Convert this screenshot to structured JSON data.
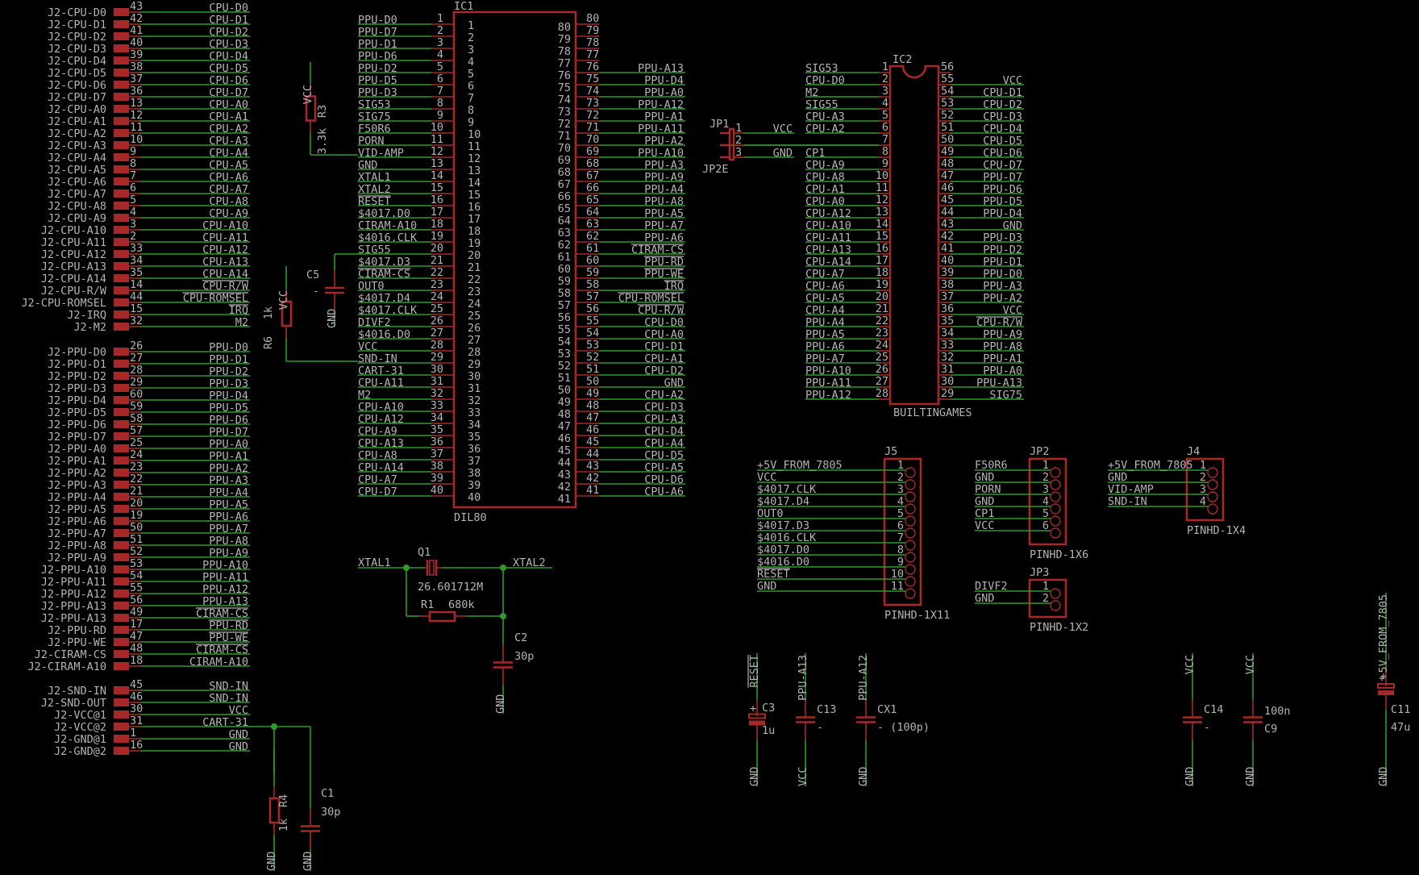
{
  "title": "Famiclone cartridge adapter schematic",
  "connector_j2": {
    "groups": [
      {
        "rows": [
          {
            "label": "J2-CPU-D0",
            "pin": "43",
            "net": "CPU-D0"
          },
          {
            "label": "J2-CPU-D1",
            "pin": "42",
            "net": "CPU-D1"
          },
          {
            "label": "J2-CPU-D2",
            "pin": "41",
            "net": "CPU-D2"
          },
          {
            "label": "J2-CPU-D3",
            "pin": "40",
            "net": "CPU-D3"
          },
          {
            "label": "J2-CPU-D4",
            "pin": "39",
            "net": "CPU-D4"
          },
          {
            "label": "J2-CPU-D5",
            "pin": "38",
            "net": "CPU-D5"
          },
          {
            "label": "J2-CPU-D6",
            "pin": "37",
            "net": "CPU-D6"
          },
          {
            "label": "J2-CPU-D7",
            "pin": "36",
            "net": "CPU-D7"
          },
          {
            "label": "J2-CPU-A0",
            "pin": "13",
            "net": "CPU-A0"
          },
          {
            "label": "J2-CPU-A1",
            "pin": "12",
            "net": "CPU-A1"
          },
          {
            "label": "J2-CPU-A2",
            "pin": "11",
            "net": "CPU-A2"
          },
          {
            "label": "J2-CPU-A3",
            "pin": "10",
            "net": "CPU-A3"
          },
          {
            "label": "J2-CPU-A4",
            "pin": "9",
            "net": "CPU-A4"
          },
          {
            "label": "J2-CPU-A5",
            "pin": "8",
            "net": "CPU-A5"
          },
          {
            "label": "J2-CPU-A6",
            "pin": "7",
            "net": "CPU-A6"
          },
          {
            "label": "J2-CPU-A7",
            "pin": "6",
            "net": "CPU-A7"
          },
          {
            "label": "J2-CPU-A8",
            "pin": "5",
            "net": "CPU-A8"
          },
          {
            "label": "J2-CPU-A9",
            "pin": "4",
            "net": "CPU-A9"
          },
          {
            "label": "J2-CPU-A10",
            "pin": "3",
            "net": "CPU-A10"
          },
          {
            "label": "J2-CPU-A11",
            "pin": "2",
            "net": "CPU-A11"
          },
          {
            "label": "J2-CPU-A12",
            "pin": "33",
            "net": "CPU-A12"
          },
          {
            "label": "J2-CPU-A13",
            "pin": "34",
            "net": "CPU-A13"
          },
          {
            "label": "J2-CPU-A14",
            "pin": "35",
            "net": "CPU-A14"
          },
          {
            "label": "J2-CPU-R/W",
            "pin": "14",
            "net": "CPU-R/W"
          },
          {
            "label": "J2-CPU-ROMSEL",
            "pin": "44",
            "net": "CPU-ROMSEL"
          },
          {
            "label": "J2-IRQ",
            "pin": "15",
            "net": "IRQ"
          },
          {
            "label": "J2-M2",
            "pin": "32",
            "net": "M2"
          }
        ]
      },
      {
        "rows": [
          {
            "label": "J2-PPU-D0",
            "pin": "26",
            "net": "PPU-D0"
          },
          {
            "label": "J2-PPU-D1",
            "pin": "27",
            "net": "PPU-D1"
          },
          {
            "label": "J2-PPU-D2",
            "pin": "28",
            "net": "PPU-D2"
          },
          {
            "label": "J2-PPU-D3",
            "pin": "29",
            "net": "PPU-D3"
          },
          {
            "label": "J2-PPU-D4",
            "pin": "60",
            "net": "PPU-D4"
          },
          {
            "label": "J2-PPU-D5",
            "pin": "59",
            "net": "PPU-D5"
          },
          {
            "label": "J2-PPU-D6",
            "pin": "58",
            "net": "PPU-D6"
          },
          {
            "label": "J2-PPU-D7",
            "pin": "57",
            "net": "PPU-D7"
          },
          {
            "label": "J2-PPU-A0",
            "pin": "25",
            "net": "PPU-A0"
          },
          {
            "label": "J2-PPU-A1",
            "pin": "24",
            "net": "PPU-A1"
          },
          {
            "label": "J2-PPU-A2",
            "pin": "23",
            "net": "PPU-A2"
          },
          {
            "label": "J2-PPU-A3",
            "pin": "22",
            "net": "PPU-A3"
          },
          {
            "label": "J2-PPU-A4",
            "pin": "21",
            "net": "PPU-A4"
          },
          {
            "label": "J2-PPU-A5",
            "pin": "20",
            "net": "PPU-A5"
          },
          {
            "label": "J2-PPU-A6",
            "pin": "19",
            "net": "PPU-A6"
          },
          {
            "label": "J2-PPU-A7",
            "pin": "50",
            "net": "PPU-A7"
          },
          {
            "label": "J2-PPU-A8",
            "pin": "51",
            "net": "PPU-A8"
          },
          {
            "label": "J2-PPU-A9",
            "pin": "52",
            "net": "PPU-A9"
          },
          {
            "label": "J2-PPU-A10",
            "pin": "53",
            "net": "PPU-A10"
          },
          {
            "label": "J2-PPU-A11",
            "pin": "54",
            "net": "PPU-A11"
          },
          {
            "label": "J2-PPU-A12",
            "pin": "55",
            "net": "PPU-A12"
          },
          {
            "label": "J2-PPU-A13",
            "pin": "56",
            "net": "PPU-A13"
          },
          {
            "label": "J2-PPU-A13",
            "pin": "49",
            "net": "CIRAM-CS"
          },
          {
            "label": "J2-PPU-RD",
            "pin": "17",
            "net": "PPU-RD"
          },
          {
            "label": "J2-PPU-WE",
            "pin": "47",
            "net": "PPU-WE"
          },
          {
            "label": "J2-CIRAM-CS",
            "pin": "48",
            "net": "CIRAM-CS"
          },
          {
            "label": "J2-CIRAM-A10",
            "pin": "18",
            "net": "CIRAM-A10"
          }
        ]
      },
      {
        "rows": [
          {
            "label": "J2-SND-IN",
            "pin": "45",
            "net": "SND-IN"
          },
          {
            "label": "J2-SND-OUT",
            "pin": "46",
            "net": "SND-IN"
          },
          {
            "label": "J2-VCC@1",
            "pin": "30",
            "net": "VCC"
          },
          {
            "label": "J2-VCC@2",
            "pin": "31",
            "net": "CART-31"
          },
          {
            "label": "J2-GND@1",
            "pin": "1",
            "net": "GND"
          },
          {
            "label": "J2-GND@2",
            "pin": "16",
            "net": "GND"
          }
        ]
      }
    ]
  },
  "ic1": {
    "name": "IC1",
    "package": "DIL80",
    "left_pins": [
      {
        "pin": "1",
        "net": "PPU-D0"
      },
      {
        "pin": "2",
        "net": "PPU-D7"
      },
      {
        "pin": "3",
        "net": "PPU-D1"
      },
      {
        "pin": "4",
        "net": "PPU-D6"
      },
      {
        "pin": "5",
        "net": "PPU-D2"
      },
      {
        "pin": "6",
        "net": "PPU-D5"
      },
      {
        "pin": "7",
        "net": "PPU-D3"
      },
      {
        "pin": "8",
        "net": "SIG53"
      },
      {
        "pin": "9",
        "net": "SIG75"
      },
      {
        "pin": "10",
        "net": "F50R6"
      },
      {
        "pin": "11",
        "net": "PORN"
      },
      {
        "pin": "12",
        "net": "VID-AMP"
      },
      {
        "pin": "13",
        "net": "GND"
      },
      {
        "pin": "14",
        "net": "XTAL1"
      },
      {
        "pin": "15",
        "net": "XTAL2"
      },
      {
        "pin": "16",
        "net": "RESET"
      },
      {
        "pin": "17",
        "net": "$4017.D0"
      },
      {
        "pin": "18",
        "net": "CIRAM-A10"
      },
      {
        "pin": "19",
        "net": "$4016.CLK"
      },
      {
        "pin": "20",
        "net": "SIG55"
      },
      {
        "pin": "21",
        "net": "$4017.D3"
      },
      {
        "pin": "22",
        "net": "CIRAM-CS"
      },
      {
        "pin": "23",
        "net": "OUT0"
      },
      {
        "pin": "24",
        "net": "$4017.D4"
      },
      {
        "pin": "25",
        "net": "$4017.CLK"
      },
      {
        "pin": "26",
        "net": "DIVF2"
      },
      {
        "pin": "27",
        "net": "$4016.D0"
      },
      {
        "pin": "28",
        "net": "VCC"
      },
      {
        "pin": "29",
        "net": "SND-IN"
      },
      {
        "pin": "30",
        "net": "CART-31"
      },
      {
        "pin": "31",
        "net": "CPU-A11"
      },
      {
        "pin": "32",
        "net": "M2"
      },
      {
        "pin": "33",
        "net": "CPU-A10"
      },
      {
        "pin": "34",
        "net": "CPU-A12"
      },
      {
        "pin": "35",
        "net": "CPU-A9"
      },
      {
        "pin": "36",
        "net": "CPU-A13"
      },
      {
        "pin": "37",
        "net": "CPU-A8"
      },
      {
        "pin": "38",
        "net": "CPU-A14"
      },
      {
        "pin": "39",
        "net": "CPU-A7"
      },
      {
        "pin": "40",
        "net": "CPU-D7"
      }
    ],
    "right_pins": [
      {
        "pin": "80",
        "net": ""
      },
      {
        "pin": "79",
        "net": ""
      },
      {
        "pin": "78",
        "net": ""
      },
      {
        "pin": "77",
        "net": ""
      },
      {
        "pin": "76",
        "net": "PPU-A13"
      },
      {
        "pin": "75",
        "net": "PPU-D4"
      },
      {
        "pin": "74",
        "net": "PPU-A0"
      },
      {
        "pin": "73",
        "net": "PPU-A12"
      },
      {
        "pin": "72",
        "net": "PPU-A1"
      },
      {
        "pin": "71",
        "net": "PPU-A11"
      },
      {
        "pin": "70",
        "net": "PPU-A2"
      },
      {
        "pin": "69",
        "net": "PPU-A10"
      },
      {
        "pin": "68",
        "net": "PPU-A3"
      },
      {
        "pin": "67",
        "net": "PPU-A9"
      },
      {
        "pin": "66",
        "net": "PPU-A4"
      },
      {
        "pin": "65",
        "net": "PPU-A8"
      },
      {
        "pin": "64",
        "net": "PPU-A5"
      },
      {
        "pin": "63",
        "net": "PPU-A7"
      },
      {
        "pin": "62",
        "net": "PPU-A6"
      },
      {
        "pin": "61",
        "net": "CIRAM-CS"
      },
      {
        "pin": "60",
        "net": "PPU-RD"
      },
      {
        "pin": "59",
        "net": "PPU-WE"
      },
      {
        "pin": "58",
        "net": "IRQ"
      },
      {
        "pin": "57",
        "net": "CPU-ROMSEL"
      },
      {
        "pin": "56",
        "net": "CPU-R/W"
      },
      {
        "pin": "55",
        "net": "CPU-D0"
      },
      {
        "pin": "54",
        "net": "CPU-A0"
      },
      {
        "pin": "53",
        "net": "CPU-D1"
      },
      {
        "pin": "52",
        "net": "CPU-A1"
      },
      {
        "pin": "51",
        "net": "CPU-D2"
      },
      {
        "pin": "50",
        "net": "GND"
      },
      {
        "pin": "49",
        "net": "CPU-A2"
      },
      {
        "pin": "48",
        "net": "CPU-D3"
      },
      {
        "pin": "47",
        "net": "CPU-A3"
      },
      {
        "pin": "46",
        "net": "CPU-D4"
      },
      {
        "pin": "45",
        "net": "CPU-A4"
      },
      {
        "pin": "44",
        "net": "CPU-D5"
      },
      {
        "pin": "43",
        "net": "CPU-A5"
      },
      {
        "pin": "42",
        "net": "CPU-D6"
      },
      {
        "pin": "41",
        "net": "CPU-A6"
      }
    ]
  },
  "ic2": {
    "name": "IC2",
    "package": "BUILTINGAMES",
    "left_pins": [
      {
        "pin": "1",
        "net": "SIG53"
      },
      {
        "pin": "2",
        "net": "CPU-D0"
      },
      {
        "pin": "3",
        "net": "M2"
      },
      {
        "pin": "4",
        "net": "SIG55"
      },
      {
        "pin": "5",
        "net": "CPU-A3"
      },
      {
        "pin": "6",
        "net": "CPU-A2"
      },
      {
        "pin": "7",
        "net": ""
      },
      {
        "pin": "8",
        "net": "CP1"
      },
      {
        "pin": "9",
        "net": "CPU-A9"
      },
      {
        "pin": "10",
        "net": "CPU-A8"
      },
      {
        "pin": "11",
        "net": "CPU-A1"
      },
      {
        "pin": "12",
        "net": "CPU-A0"
      },
      {
        "pin": "13",
        "net": "CPU-A12"
      },
      {
        "pin": "14",
        "net": "CPU-A10"
      },
      {
        "pin": "15",
        "net": "CPU-A11"
      },
      {
        "pin": "16",
        "net": "CPU-A13"
      },
      {
        "pin": "17",
        "net": "CPU-A14"
      },
      {
        "pin": "18",
        "net": "CPU-A7"
      },
      {
        "pin": "19",
        "net": "CPU-A6"
      },
      {
        "pin": "20",
        "net": "CPU-A5"
      },
      {
        "pin": "21",
        "net": "CPU-A4"
      },
      {
        "pin": "22",
        "net": "PPU-A4"
      },
      {
        "pin": "23",
        "net": "PPU-A5"
      },
      {
        "pin": "24",
        "net": "PPU-A6"
      },
      {
        "pin": "25",
        "net": "PPU-A7"
      },
      {
        "pin": "26",
        "net": "PPU-A10"
      },
      {
        "pin": "27",
        "net": "PPU-A11"
      },
      {
        "pin": "28",
        "net": "PPU-A12"
      }
    ],
    "right_pins": [
      {
        "pin": "56",
        "net": ""
      },
      {
        "pin": "55",
        "net": "VCC"
      },
      {
        "pin": "54",
        "net": "CPU-D1"
      },
      {
        "pin": "53",
        "net": "CPU-D2"
      },
      {
        "pin": "52",
        "net": "CPU-D3"
      },
      {
        "pin": "51",
        "net": "CPU-D4"
      },
      {
        "pin": "50",
        "net": "CPU-D5"
      },
      {
        "pin": "49",
        "net": "CPU-D6"
      },
      {
        "pin": "48",
        "net": "CPU-D7"
      },
      {
        "pin": "47",
        "net": "PPU-D7"
      },
      {
        "pin": "46",
        "net": "PPU-D6"
      },
      {
        "pin": "45",
        "net": "PPU-D5"
      },
      {
        "pin": "44",
        "net": "PPU-D4"
      },
      {
        "pin": "43",
        "net": "GND"
      },
      {
        "pin": "42",
        "net": "PPU-D3"
      },
      {
        "pin": "41",
        "net": "PPU-D2"
      },
      {
        "pin": "40",
        "net": "PPU-D1"
      },
      {
        "pin": "39",
        "net": "PPU-D0"
      },
      {
        "pin": "38",
        "net": "PPU-A3"
      },
      {
        "pin": "37",
        "net": "PPU-A2"
      },
      {
        "pin": "36",
        "net": "VCC"
      },
      {
        "pin": "35",
        "net": "CPU-R/W"
      },
      {
        "pin": "34",
        "net": "PPU-A9"
      },
      {
        "pin": "33",
        "net": "PPU-A8"
      },
      {
        "pin": "32",
        "net": "PPU-A1"
      },
      {
        "pin": "31",
        "net": "PPU-A0"
      },
      {
        "pin": "30",
        "net": "PPU-A13"
      },
      {
        "pin": "29",
        "net": "SIG75"
      }
    ]
  },
  "jumper_jp1": {
    "name": "JP1",
    "value": "JP2E",
    "pins": [
      {
        "pin": "1",
        "net": "VCC"
      },
      {
        "pin": "2",
        "net": ""
      },
      {
        "pin": "3",
        "net": "GND"
      }
    ]
  },
  "headers": [
    {
      "name": "J5",
      "package": "PINHD-1X11",
      "pins": [
        {
          "pin": "1",
          "net": "+5V_FROM_7805"
        },
        {
          "pin": "2",
          "net": "VCC"
        },
        {
          "pin": "3",
          "net": "$4017.CLK"
        },
        {
          "pin": "4",
          "net": "$4017.D4"
        },
        {
          "pin": "5",
          "net": "OUT0"
        },
        {
          "pin": "6",
          "net": "$4017.D3"
        },
        {
          "pin": "7",
          "net": "$4016.CLK"
        },
        {
          "pin": "8",
          "net": "$4017.D0"
        },
        {
          "pin": "9",
          "net": "$4016.D0"
        },
        {
          "pin": "10",
          "net": "RESET"
        },
        {
          "pin": "11",
          "net": "GND"
        }
      ]
    },
    {
      "name": "JP2",
      "package": "PINHD-1X6",
      "pins": [
        {
          "pin": "1",
          "net": "F50R6"
        },
        {
          "pin": "2",
          "net": "GND"
        },
        {
          "pin": "3",
          "net": "PORN"
        },
        {
          "pin": "4",
          "net": "GND"
        },
        {
          "pin": "5",
          "net": "CP1"
        },
        {
          "pin": "6",
          "net": "VCC"
        }
      ]
    },
    {
      "name": "JP3",
      "package": "PINHD-1X2",
      "pins": [
        {
          "pin": "1",
          "net": "DIVF2"
        },
        {
          "pin": "2",
          "net": "GND"
        }
      ]
    },
    {
      "name": "J4",
      "package": "PINHD-1X4",
      "pins": [
        {
          "pin": "1",
          "net": "+5V_FROM_7805"
        },
        {
          "pin": "2",
          "net": "GND"
        },
        {
          "pin": "3",
          "net": "VID-AMP"
        },
        {
          "pin": "4",
          "net": "SND-IN"
        }
      ]
    }
  ],
  "crystal": {
    "name": "Q1",
    "value": "26.601712M",
    "net_left": "XTAL1",
    "net_right": "XTAL2"
  },
  "resistors": [
    {
      "name": "R3",
      "value": "3.3k",
      "top_net": "VCC"
    },
    {
      "name": "R6",
      "value": "1k",
      "top_net": "VCC"
    },
    {
      "name": "R1",
      "value": "680k"
    },
    {
      "name": "R4",
      "value": "1k",
      "bottom_net": "GND"
    }
  ],
  "capacitors": [
    {
      "name": "C5",
      "value": "-",
      "bottom_net": "GND"
    },
    {
      "name": "C2",
      "value": "30p",
      "bottom_net": "GND"
    },
    {
      "name": "C1",
      "value": "30p",
      "bottom_net": "GND"
    },
    {
      "name": "C3",
      "value": "1u",
      "top_net": "RESET",
      "bottom_net": "GND",
      "polarized": true
    },
    {
      "name": "C13",
      "value": "-",
      "top_net": "PPU-A13",
      "bottom_net": "VCC"
    },
    {
      "name": "CX1",
      "value": "- (100p)",
      "top_net": "PPU-A12",
      "bottom_net": "GND"
    },
    {
      "name": "C14",
      "value": "-",
      "top_net": "VCC",
      "bottom_net": "GND"
    },
    {
      "name": "C9",
      "value": "100n",
      "top_net": "VCC",
      "bottom_net": "GND"
    },
    {
      "name": "C11",
      "value": "47u",
      "top_net": "+5V_FROM_7805",
      "bottom_net": "GND",
      "polarized": true
    }
  ],
  "overbar_nets": [
    "RESET",
    "CIRAM-CS",
    "PPU-RD",
    "PPU-WE",
    "IRQ",
    "CPU-ROMSEL",
    "CPU-R/W"
  ],
  "colors": {
    "background": "#000000",
    "wire": "#2e9a2e",
    "part": "#a62828",
    "text": "#b4b4b4"
  }
}
